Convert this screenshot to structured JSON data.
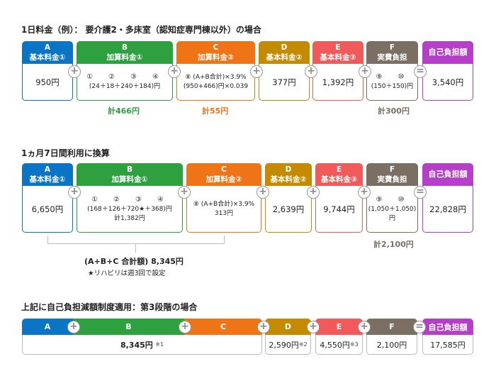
{
  "section1": {
    "title": "1日料金（例）： 要介護2・多床室（認知症専門棟以外）の場合",
    "headers": {
      "a": [
        "A",
        "基本料金①"
      ],
      "b": [
        "B",
        "加算料金①"
      ],
      "c": [
        "C",
        "加算料金②"
      ],
      "d": [
        "D",
        "基本料金②"
      ],
      "e": [
        "E",
        "基本料金③"
      ],
      "f": [
        "F",
        "実費負担"
      ],
      "s": [
        "自己負担額"
      ]
    },
    "values": {
      "a": "950円",
      "b_nums": "①　②　③　④",
      "b_formula": "(24＋18＋240＋184)円",
      "c_formula1": "⑧ (A+B合計)×3.9%",
      "c_formula2": "(950+466)円×0.039",
      "d": "377円",
      "e": "1,392円",
      "f_nums": "⑨　⑩",
      "f_formula": "(150＋150)円",
      "s": "3,540円"
    },
    "totals": {
      "b": "計466円",
      "c": "計55円",
      "f": "計300円"
    }
  },
  "section2": {
    "title": "1ヵ月7日間利用に換算",
    "values": {
      "a": "6,650円",
      "b_nums": "①　②　③　④",
      "b_formula": "(168＋126＋720★＋368)円",
      "b_total": "計1,382円",
      "c_formula1": "⑧ (A+B合計)×3.9%",
      "c_formula2": "313円",
      "d": "2,639円",
      "e": "9,744円",
      "f_nums": "⑨　⑩",
      "f_formula": "(1,050＋1,050)円",
      "s": "22,828円"
    },
    "totals": {
      "f": "計2,100円"
    },
    "abc_total": "(A+B+C 合計額) 8,345円",
    "abc_note": "★リハビリは週3回で設定"
  },
  "section3": {
    "title": "上記に自己負担減額制度適用：第3段階の場合",
    "headers": {
      "a": "A",
      "b": "B",
      "c": "C",
      "d": "D",
      "e": "E",
      "f": "F",
      "s": "自己負担額"
    },
    "values": {
      "abc": "8,345円",
      "abc_mark": "※1",
      "d": "2,590円",
      "d_mark": "※2",
      "e": "4,550円",
      "e_mark": "※3",
      "f": "2,100円",
      "s": "17,585円"
    }
  },
  "ops": {
    "plus": "+",
    "equals": "="
  },
  "colors": {
    "a": "#0b74c4",
    "b": "#2ea040",
    "c": "#ef7418",
    "d": "#c58b00",
    "e": "#f05a5a",
    "f": "#7b6f63",
    "s": "#b440c8"
  }
}
